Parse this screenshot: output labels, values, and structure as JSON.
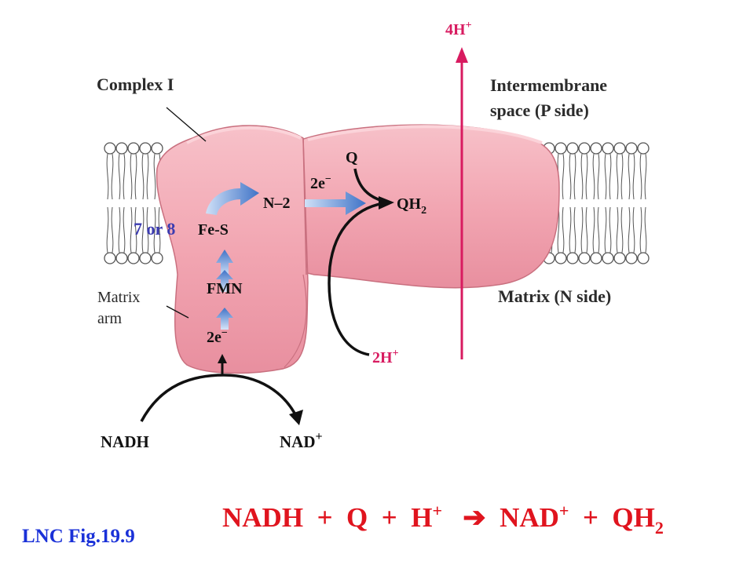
{
  "figure": {
    "complex_label": "Complex I",
    "intermembrane_line1": "Intermembrane",
    "intermembrane_line2": "space (P side)",
    "matrix_side": "Matrix (N side)",
    "matrix_arm_line1": "Matrix",
    "matrix_arm_line2": "arm",
    "fes_count": "7 or 8",
    "fes": "Fe-S",
    "fmn": "FMN",
    "n2": "N–2",
    "two_e_top": "2e",
    "two_e_bottom": "2e",
    "electron_sup": "−",
    "q": "Q",
    "qh2_base": "QH",
    "qh2_sub": "2",
    "four_h": "4H",
    "two_h": "2H",
    "h_plus_sup": "+",
    "nadh": "NADH",
    "nad_base": "NAD",
    "nad_sup": "+"
  },
  "equation": {
    "nadh": "NADH",
    "plus1": "+",
    "q": "Q",
    "plus2": "+",
    "h": "H",
    "h_sup": "+",
    "arrow": "➔",
    "nad": "NAD",
    "nad_sup": "+",
    "plus3": "+",
    "qh": "QH",
    "qh_sub": "2"
  },
  "caption": "LNC Fig.19.9",
  "colors": {
    "protein_fill": "#f3a9b4",
    "protein_dark": "#d9808f",
    "membrane_head": "#ffffff",
    "membrane_stroke": "#555555",
    "proton_arrow": "#d81b60",
    "blue_arrow": "#5b8fd6",
    "equation_red": "#e0141e",
    "caption_blue": "#1a31d8",
    "fes_count_blue": "#3b3bb0"
  }
}
